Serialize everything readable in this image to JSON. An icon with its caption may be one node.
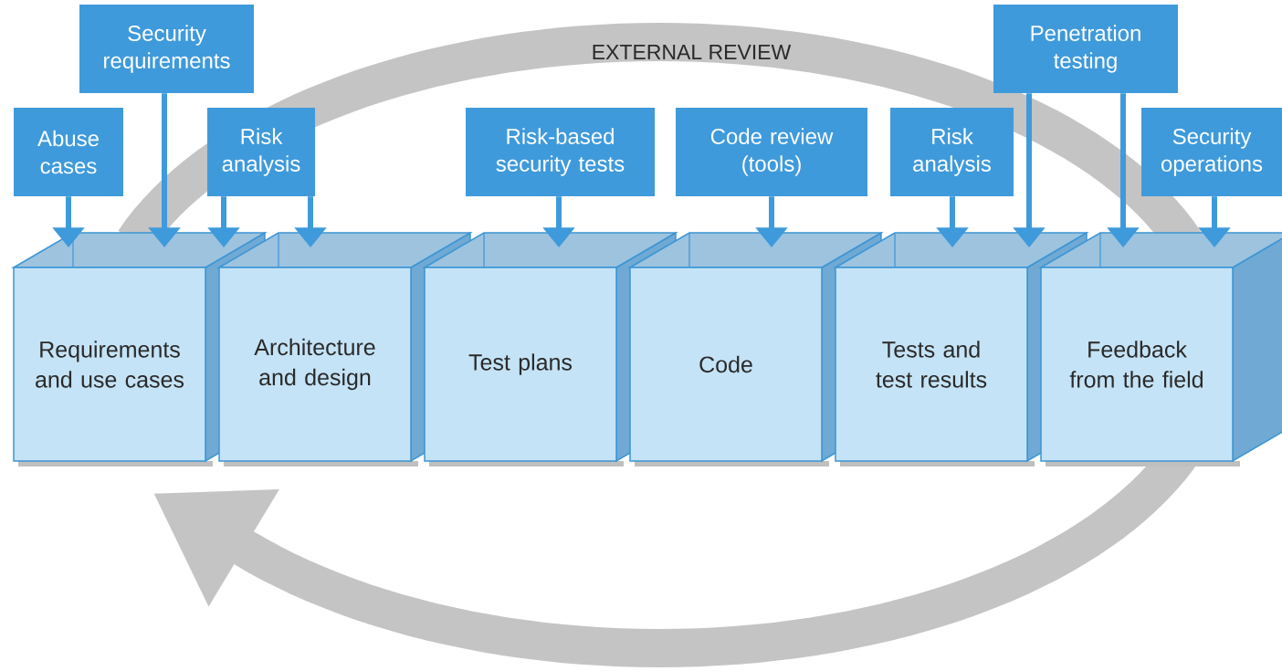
{
  "diagram": {
    "nodes": [
      {
        "text": [
          "Security requirements"
        ]
      },
      {
        "text": [
          "Penetration testing"
        ]
      },
      {
        "text": [
          "Abuse cases"
        ]
      },
      {
        "text": [
          "Risk analysis"
        ]
      },
      {
        "text": [
          "Risk-based security tests"
        ]
      },
      {
        "text": [
          "Code review (tools)"
        ]
      },
      {
        "text": [
          "Risk analysis"
        ]
      },
      {
        "text": [
          "Security operations"
        ]
      },
      {
        "text": [
          "Requirements and use cases"
        ]
      },
      {
        "text": [
          "Architecture and design"
        ]
      },
      {
        "text": [
          "Test plans"
        ]
      },
      {
        "text": [
          "Code"
        ]
      },
      {
        "text": [
          "Tests and test results"
        ]
      },
      {
        "text": [
          "Feedback from the field"
        ]
      }
    ],
    "edges": [
      {
        "from": 2,
        "to": 8,
        "arrow": "to"
      },
      {
        "from": 0,
        "to": 8,
        "arrow": "to"
      },
      {
        "from": 3,
        "to": 8,
        "arrow": "to"
      },
      {
        "from": 3,
        "to": 9,
        "arrow": "to"
      },
      {
        "from": 4,
        "to": 10,
        "arrow": "to"
      },
      {
        "from": 5,
        "to": 11,
        "arrow": "to"
      },
      {
        "from": 6,
        "to": 12,
        "arrow": "to"
      },
      {
        "from": 1,
        "to": 12,
        "arrow": "to"
      },
      {
        "from": 1,
        "to": 13,
        "arrow": "to"
      },
      {
        "from": 7,
        "to": 13,
        "arrow": "to"
      }
    ],
    "labels": [
      "EXTERNAL REVIEW"
    ]
  }
}
